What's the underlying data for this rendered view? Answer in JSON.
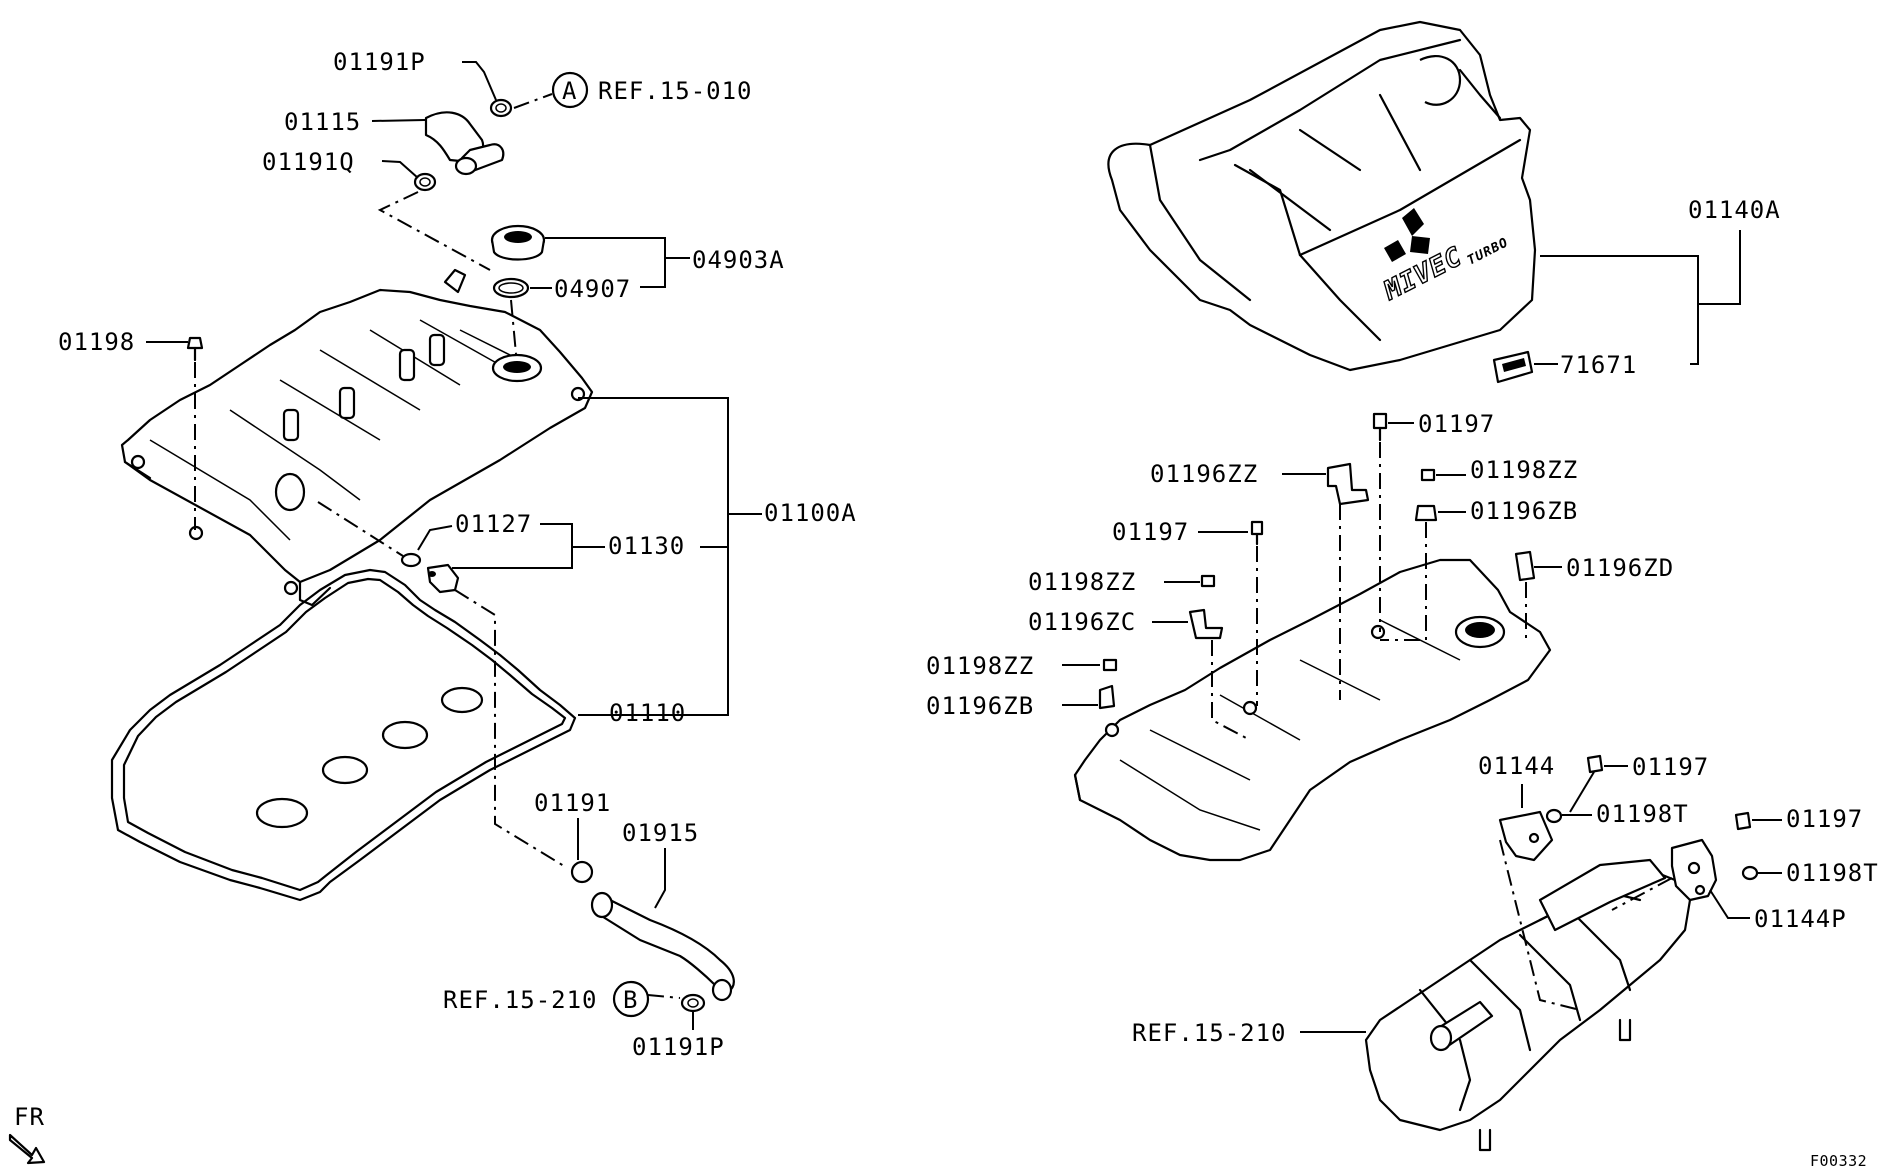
{
  "labels": {
    "p01191P_top": "01191P",
    "p01115": "01115",
    "p01191Q": "01191Q",
    "refA_letter": "A",
    "refA_text": "REF.15-010",
    "p04903A": "04903A",
    "p04907": "04907",
    "p01198": "01198",
    "p01127": "01127",
    "p01130": "01130",
    "p01100A": "01100A",
    "p01110": "01110",
    "p01191": "01191",
    "p01915": "01915",
    "refB_text": "REF.15-210",
    "refB_letter": "B",
    "p01191P_bottom": "01191P",
    "fr": "FR",
    "p01140A": "01140A",
    "p71671": "71671",
    "p01197_a": "01197",
    "p01196ZZ": "01196ZZ",
    "p01198ZZ_a": "01198ZZ",
    "p01196ZB_a": "01196ZB",
    "p01197_b": "01197",
    "p01196ZD": "01196ZD",
    "p01198ZZ_b": "01198ZZ",
    "p01196ZC": "01196ZC",
    "p01198ZZ_c": "01198ZZ",
    "p01196ZB_b": "01196ZB",
    "p01144": "01144",
    "p01197_c": "01197",
    "p01198T_a": "01198T",
    "p01197_d": "01197",
    "p01198T_b": "01198T",
    "p01144P": "01144P",
    "ref_intake": "REF.15-210",
    "figure_code": "F00332"
  },
  "cover_logo": {
    "word": "MIVEC",
    "sub": "TURBO"
  }
}
